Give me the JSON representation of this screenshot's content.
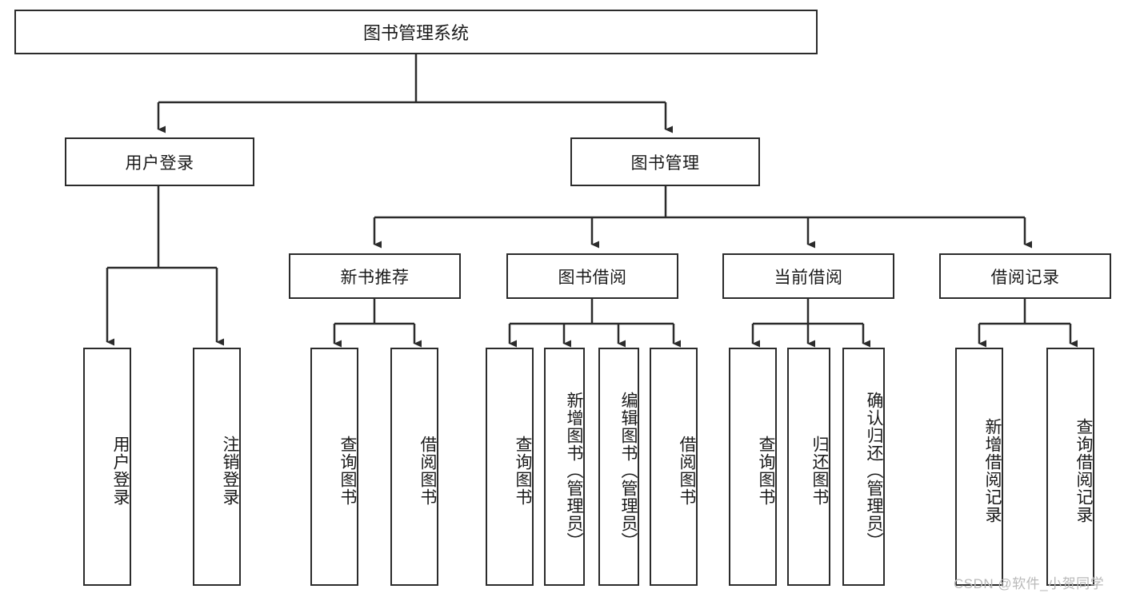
{
  "diagram": {
    "title": "图书管理系统",
    "type": "hierarchy-tree",
    "root": {
      "id": "root",
      "label": "图书管理系统",
      "orientation": "horizontal"
    },
    "level2": [
      {
        "id": "user-login",
        "label": "用户登录",
        "orientation": "horizontal"
      },
      {
        "id": "book-manage",
        "label": "图书管理",
        "orientation": "horizontal"
      }
    ],
    "level3": [
      {
        "id": "new-book-recommend",
        "label": "新书推荐",
        "orientation": "horizontal",
        "parent": "book-manage"
      },
      {
        "id": "book-borrow",
        "label": "图书借阅",
        "orientation": "horizontal",
        "parent": "book-manage"
      },
      {
        "id": "current-borrow",
        "label": "当前借阅",
        "orientation": "horizontal",
        "parent": "book-manage"
      },
      {
        "id": "borrow-record",
        "label": "借阅记录",
        "orientation": "horizontal",
        "parent": "book-manage"
      }
    ],
    "leaves": [
      {
        "id": "leaf-user-login",
        "label": "用户登录",
        "parent": "user-login",
        "orientation": "vertical"
      },
      {
        "id": "leaf-logout",
        "label": "注销登录",
        "parent": "user-login",
        "orientation": "vertical"
      },
      {
        "id": "leaf-query-book-1",
        "label": "查询图书",
        "parent": "new-book-recommend",
        "orientation": "vertical"
      },
      {
        "id": "leaf-borrow-book-1",
        "label": "借阅图书",
        "parent": "new-book-recommend",
        "orientation": "vertical"
      },
      {
        "id": "leaf-query-book-2",
        "label": "查询图书",
        "parent": "book-borrow",
        "orientation": "vertical"
      },
      {
        "id": "leaf-add-book",
        "label": "新增图书（管理员）",
        "parent": "book-borrow",
        "orientation": "vertical"
      },
      {
        "id": "leaf-edit-book",
        "label": "编辑图书（管理员）",
        "parent": "book-borrow",
        "orientation": "vertical"
      },
      {
        "id": "leaf-borrow-book-2",
        "label": "借阅图书",
        "parent": "book-borrow",
        "orientation": "vertical"
      },
      {
        "id": "leaf-query-book-3",
        "label": "查询图书",
        "parent": "current-borrow",
        "orientation": "vertical"
      },
      {
        "id": "leaf-return-book",
        "label": "归还图书",
        "parent": "current-borrow",
        "orientation": "vertical"
      },
      {
        "id": "leaf-confirm-return",
        "label": "确认归还（管理员）",
        "parent": "current-borrow",
        "orientation": "vertical"
      },
      {
        "id": "leaf-add-record",
        "label": "新增借阅记录",
        "parent": "borrow-record",
        "orientation": "vertical"
      },
      {
        "id": "leaf-query-record",
        "label": "查询借阅记录",
        "parent": "borrow-record",
        "orientation": "vertical"
      }
    ],
    "watermark": "CSDN @软件_小贺同学",
    "colors": {
      "stroke": "#2b2b2b",
      "fill": "#ffffff",
      "text": "#1a1a1a",
      "watermark": "#b9b9b9"
    }
  }
}
